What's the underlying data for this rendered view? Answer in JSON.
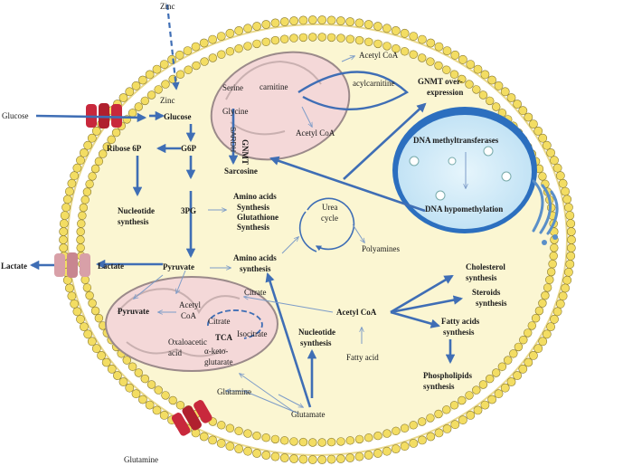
{
  "labels": {
    "zinc_out": "Zinc",
    "zinc_in": "Zinc",
    "glucose_out": "Glucose",
    "glucose_in": "Glucose",
    "g6p": "G6P",
    "ribose": "Ribose  6P",
    "nucleotide_synth_left": "Nucleotide",
    "nucleotide_synth_left2": "synthesis",
    "pg3": "3PG",
    "amino_synth1": "Amino acids",
    "amino_synth2": "Synthesis",
    "amino_synth3": "Glutathione",
    "amino_synth4": "Synthesis",
    "serine": "Serine",
    "glycine": "Glycine",
    "sarcosine": "Sarcosine",
    "gnmt_vert": "GNMT",
    "sardh": "SARDH",
    "carnitine": "carnitine",
    "acylcarnitine": "acylcarnitine",
    "acetylcoa_top": "Acetyl CoA",
    "acetylcoa_mito": "Acetyl CoA",
    "gnmt_over1": "GNMT over-",
    "gnmt_over2": "expression",
    "dna_mt": "DNA methyltransferases",
    "dna_hypo": "DNA hypomethylation",
    "urea1": "Urea",
    "urea2": "cycle",
    "polyamines": "Polyamines",
    "amino_synth_mid1": "Amino acids",
    "amino_synth_mid2": "synthesis",
    "lactate_out": "Lactate",
    "lactate_in": "Lactate",
    "pyruvate": "Pyruvate",
    "pyruvate_mito": "Pyruvate",
    "acetylcoa_m1": "Acetyl",
    "acetylcoa_m2": "CoA",
    "citrate_m": "Citrate",
    "tca": "TCA",
    "isocitrate": "Isocitrate",
    "oxalo1": "Oxaloacetic",
    "oxalo2": "acid",
    "akg1": "α-keto-",
    "akg2": "glutarate",
    "citrate_c": "Citrate",
    "acetylcoa_c": "Acetyl CoA",
    "nucleotide_synth_mid1": "Nucleotide",
    "nucleotide_synth_mid2": "synthesis",
    "fatty_acid": "Fatty acid",
    "cholesterol1": "Cholesterol",
    "cholesterol2": "synthesis",
    "steroids1": "Steroids",
    "steroids2": "synthesis",
    "fatty_synth1": "Fatty  acids",
    "fatty_synth2": "synthesis",
    "phospho1": "Phospholipids",
    "phospho2": "synthesis",
    "glutamine_in": "Glutamine",
    "glutamate": "Glutamate",
    "glutamine_out": "Glutamine"
  },
  "colors": {
    "cytoplasm": "#fbf6d2",
    "membrane_bead": "#f3dd63",
    "mito_fill": "#f4d8d8",
    "nucleus_fill": "#d3ebf8",
    "nucleus_ring": "#2c6fbf",
    "arrow": "#3f6eb5",
    "transporter": "#c8283c"
  }
}
